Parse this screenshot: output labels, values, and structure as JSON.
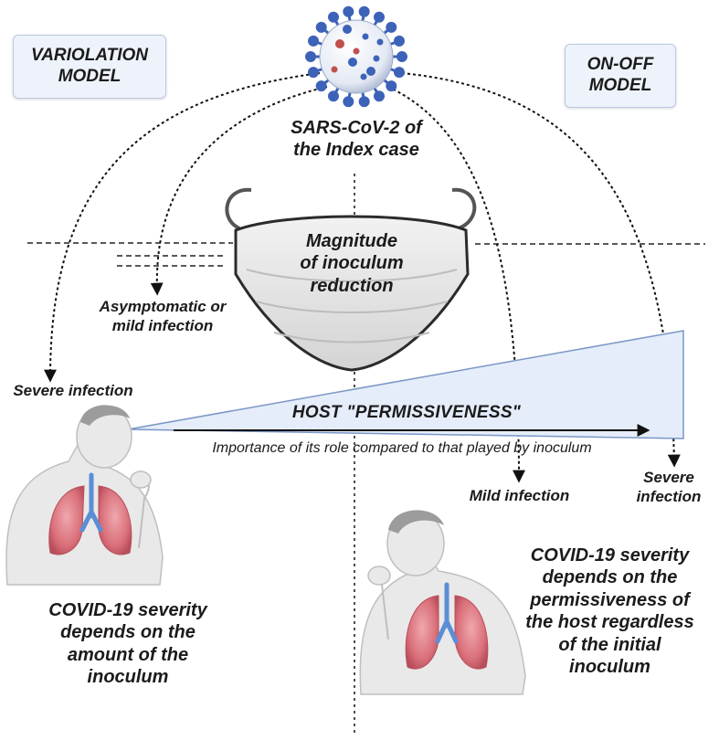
{
  "models": {
    "variolation": [
      "VARIOLATION",
      "MODEL"
    ],
    "onoff": [
      "ON-OFF",
      "MODEL"
    ]
  },
  "virus_label": [
    "SARS-CoV-2 of",
    "the Index case"
  ],
  "mask_label": [
    "Magnitude",
    "of inoculum",
    "reduction"
  ],
  "outcomes": {
    "asymptomatic": [
      "Asymptomatic or",
      "mild infection"
    ],
    "severe_left": "Severe infection",
    "mild_right": "Mild infection",
    "severe_right": [
      "Severe",
      "infection"
    ]
  },
  "host": {
    "title": "HOST \"PERMISSIVENESS\"",
    "subtitle": "Importance of its role compared to that played by inoculum"
  },
  "conclusions": {
    "left": [
      "COVID-19 severity",
      "depends on the",
      "amount of the",
      "inoculum"
    ],
    "right": [
      "COVID-19 severity",
      "depends on the",
      "permissiveness of",
      "the host regardless",
      "of the initial",
      "inoculum"
    ]
  },
  "colors": {
    "box_fill": "#eef3fb",
    "box_border": "#b9c8e2",
    "virus": "#3d63b8",
    "lungs": "#d9707a",
    "airway": "#5b8ed6",
    "wedge_fill": "#e4edf9",
    "wedge_border": "#7b96c6",
    "skin": "#e9e9e9"
  }
}
